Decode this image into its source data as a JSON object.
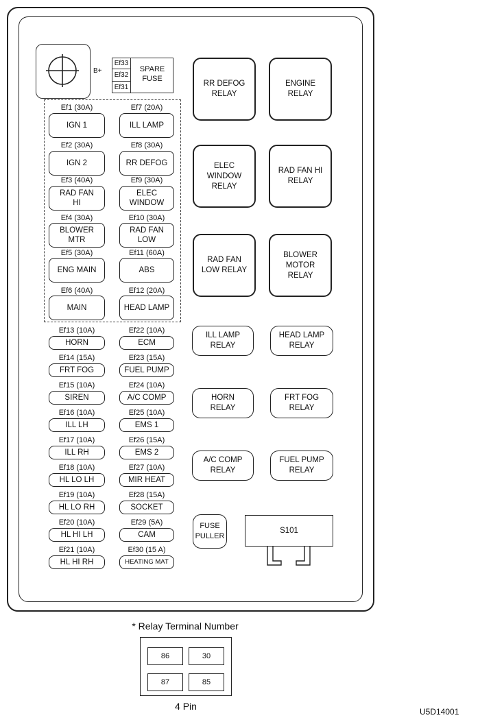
{
  "battery_terminal": {
    "label": "B+"
  },
  "spare_fuse": {
    "slots": [
      "Ef33",
      "Ef32",
      "Ef31"
    ],
    "label": "SPARE\nFUSE"
  },
  "fuses_left": [
    {
      "id": "Ef1 (30A)",
      "name": "IGN 1"
    },
    {
      "id": "Ef2 (30A)",
      "name": "IGN 2"
    },
    {
      "id": "Ef3 (40A)",
      "name": "RAD FAN\nHI"
    },
    {
      "id": "Ef4 (30A)",
      "name": "BLOWER\nMTR"
    },
    {
      "id": "Ef5 (30A)",
      "name": "ENG MAIN"
    },
    {
      "id": "Ef6 (40A)",
      "name": "MAIN"
    },
    {
      "id": "Ef13 (10A)",
      "name": "HORN"
    },
    {
      "id": "Ef14 (15A)",
      "name": "FRT FOG"
    },
    {
      "id": "Ef15 (10A)",
      "name": "SIREN"
    },
    {
      "id": "Ef16 (10A)",
      "name": "ILL LH"
    },
    {
      "id": "Ef17 (10A)",
      "name": "ILL RH"
    },
    {
      "id": "Ef18 (10A)",
      "name": "HL LO LH"
    },
    {
      "id": "Ef19 (10A)",
      "name": "HL LO RH"
    },
    {
      "id": "Ef20 (10A)",
      "name": "HL HI LH"
    },
    {
      "id": "Ef21 (10A)",
      "name": "HL HI RH"
    }
  ],
  "fuses_right": [
    {
      "id": "Ef7 (20A)",
      "name": "ILL LAMP"
    },
    {
      "id": "Ef8 (30A)",
      "name": "RR DEFOG"
    },
    {
      "id": "Ef9 (30A)",
      "name": "ELEC\nWINDOW"
    },
    {
      "id": "Ef10 (30A)",
      "name": "RAD FAN\nLOW"
    },
    {
      "id": "Ef11 (60A)",
      "name": "ABS"
    },
    {
      "id": "Ef12 (20A)",
      "name": "HEAD LAMP"
    },
    {
      "id": "Ef22 (10A)",
      "name": "ECM"
    },
    {
      "id": "Ef23 (15A)",
      "name": "FUEL PUMP"
    },
    {
      "id": "Ef24 (10A)",
      "name": "A/C COMP"
    },
    {
      "id": "Ef25 (10A)",
      "name": "EMS 1"
    },
    {
      "id": "Ef26 (15A)",
      "name": "EMS 2"
    },
    {
      "id": "Ef27 (10A)",
      "name": "MIR HEAT"
    },
    {
      "id": "Ef28 (15A)",
      "name": "SOCKET"
    },
    {
      "id": "Ef29 (5A)",
      "name": "CAM"
    },
    {
      "id": "Ef30 (15 A)",
      "name": "HEATING MAT"
    }
  ],
  "relays_big": [
    "RR DEFOG\nRELAY",
    "ENGINE\nRELAY",
    "ELEC\nWINDOW\nRELAY",
    "RAD FAN HI\nRELAY",
    "RAD FAN\nLOW RELAY",
    "BLOWER\nMOTOR\nRELAY"
  ],
  "relays_small": [
    "ILL LAMP\nRELAY",
    "HEAD LAMP\nRELAY",
    "HORN\nRELAY",
    "FRT FOG\nRELAY",
    "A/C COMP\nRELAY",
    "FUEL PUMP\nRELAY"
  ],
  "fuse_puller": "FUSE\nPULLER",
  "s101": "S101",
  "relay_terminal": {
    "title": "* Relay Terminal Number",
    "pins": [
      "86",
      "30",
      "87",
      "85"
    ],
    "caption": "4 Pin"
  },
  "figure_code": "U5D14001"
}
